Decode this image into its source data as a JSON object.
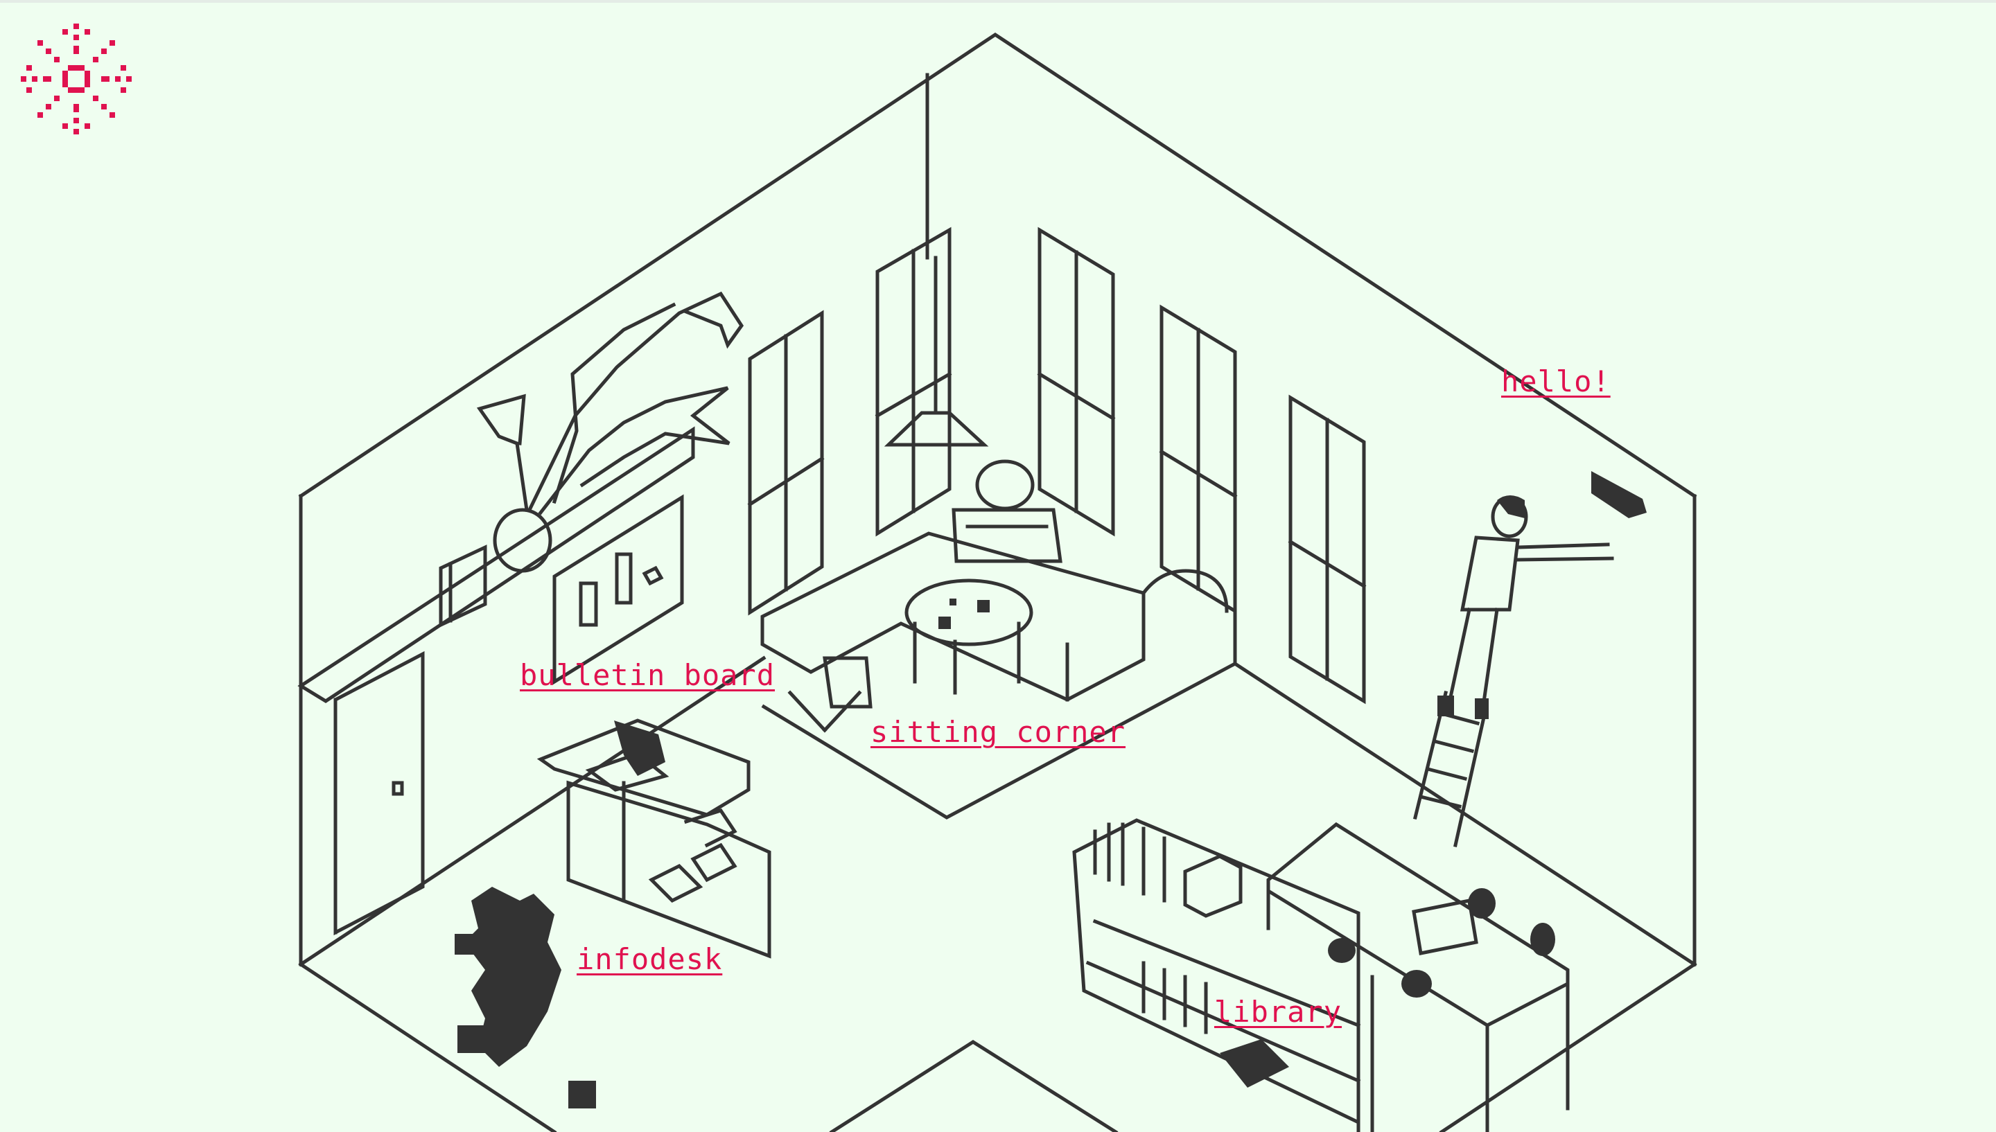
{
  "site": {
    "logo_icon": "sun-burst-icon",
    "accent_color": "#e0124f",
    "line_color": "#333333",
    "background_color": "#effef0"
  },
  "hotspots": {
    "hello": "hello!",
    "bulletin_board": "bulletin board",
    "sitting_corner": "sitting corner",
    "infodesk": "infodesk",
    "library": "library"
  }
}
